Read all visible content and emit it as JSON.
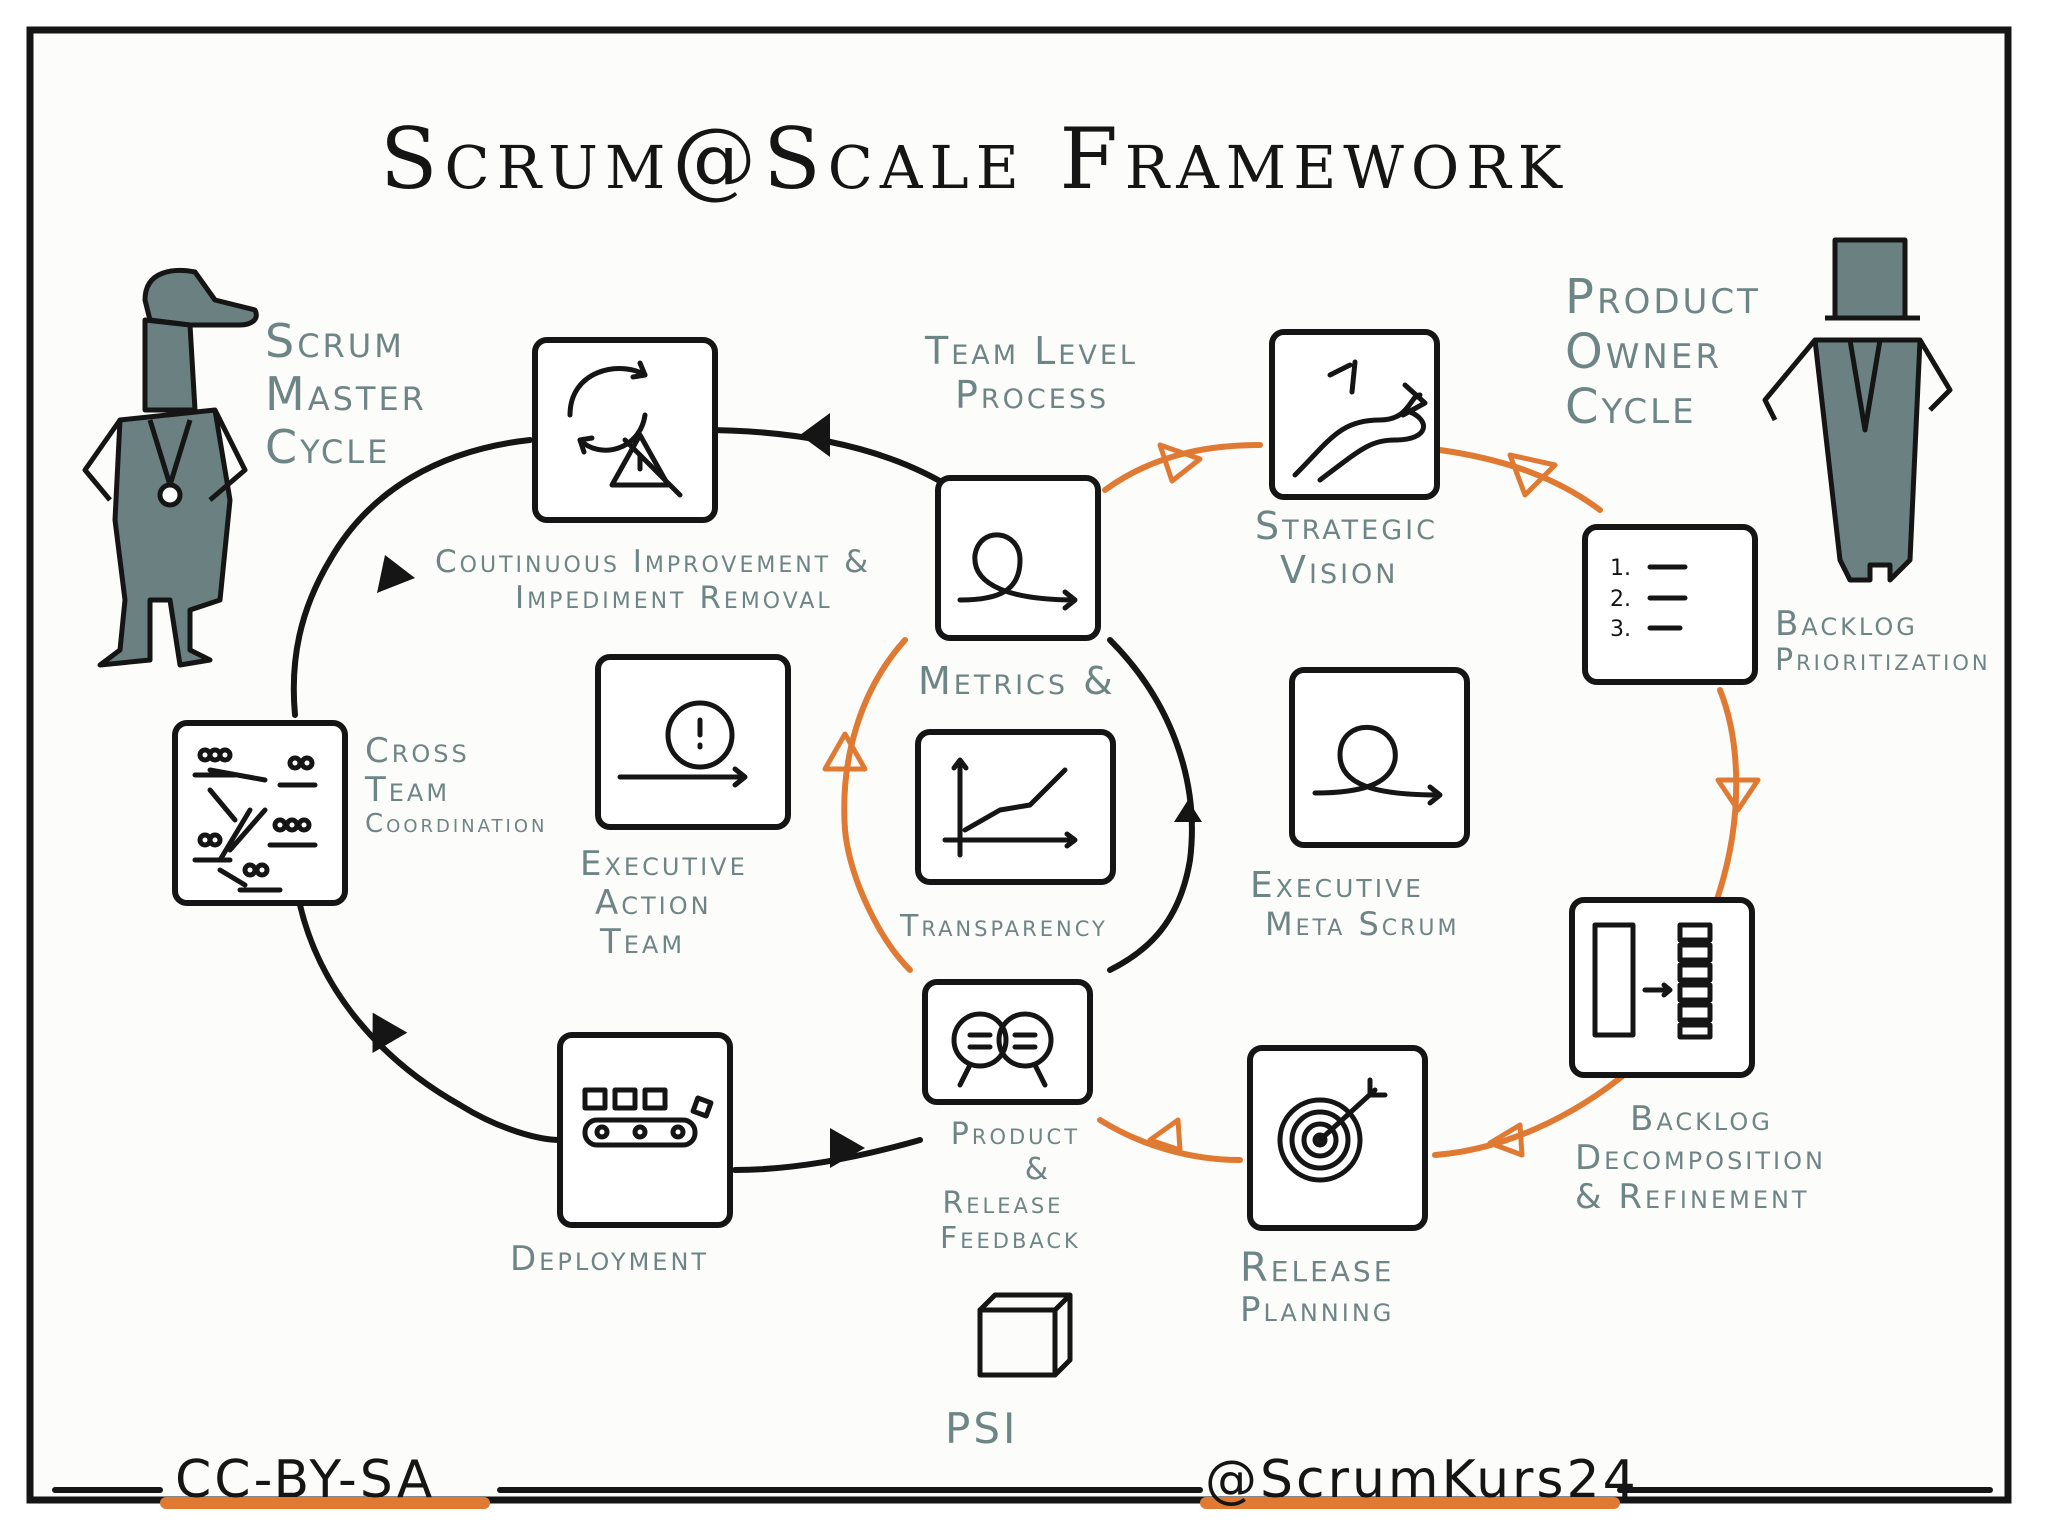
{
  "title": "Scrum@Scale Framework",
  "roles": {
    "scrum_master": [
      "Scrum",
      "Master",
      "Cycle"
    ],
    "product_owner": [
      "Product",
      "Owner",
      "Cycle"
    ]
  },
  "labels": {
    "team_level": [
      "Team Level",
      "Process"
    ],
    "continuous": [
      "Coutinuous Improvement &",
      "Impediment Removal"
    ],
    "cross_team": [
      "Cross",
      "Team",
      "Coordination"
    ],
    "deployment": [
      "Deployment"
    ],
    "feedback": [
      "Product",
      "&",
      "Release",
      "Feedback"
    ],
    "psi": [
      "PSI"
    ],
    "executive_action": [
      "Executive",
      "Action",
      "Team"
    ],
    "metrics": [
      "Metrics &"
    ],
    "transparency": [
      "Transparency"
    ],
    "strategic_vision": [
      "Strategic",
      "Vision"
    ],
    "backlog_prioritization": [
      "Backlog",
      "Prioritization"
    ],
    "executive_meta": [
      "Executive",
      "Meta Scrum"
    ],
    "backlog_decomposition": [
      "Backlog",
      "Decomposition",
      "& Refinement"
    ],
    "release_planning": [
      "Release",
      "Planning"
    ]
  },
  "footer": {
    "license": "CC-BY-SA",
    "handle": "@ScrumKurs24"
  },
  "colors": {
    "ink": "#151515",
    "grey_text": "#6e8585",
    "accent": "#e07a33",
    "figure": "#6b8181"
  }
}
